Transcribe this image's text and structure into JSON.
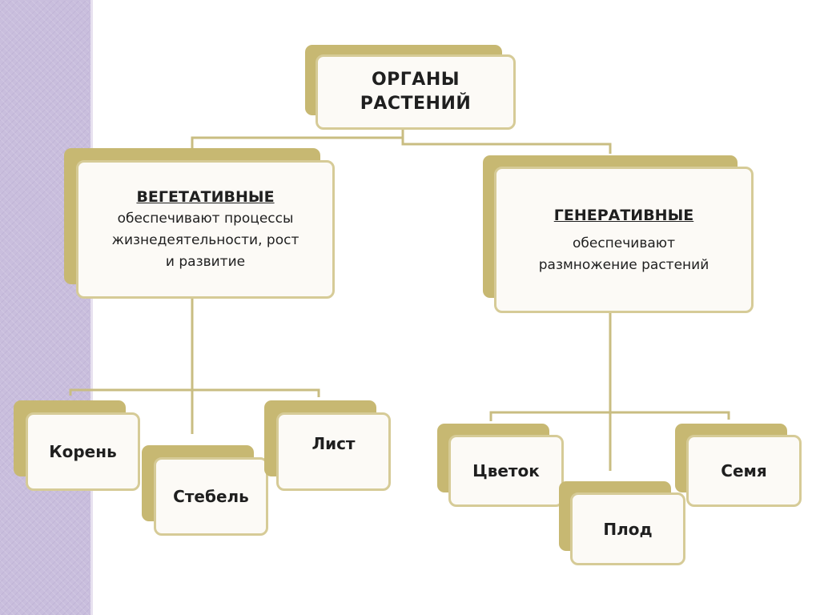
{
  "root": {
    "line1": "ОРГАНЫ",
    "line2": "РАСТЕНИЙ"
  },
  "vegetative": {
    "title": "ВЕГЕТАТИВНЫЕ",
    "desc1": "обеспечивают процессы",
    "desc2": "жизнедеятельности, рост",
    "desc3": "и развитие",
    "children": [
      "Корень",
      "Стебель",
      "Лист"
    ]
  },
  "generative": {
    "title": "ГЕНЕРАТИВНЫЕ",
    "desc1": "обеспечивают",
    "desc2": "размножение растений",
    "children": [
      "Цветок",
      "Плод",
      "Семя"
    ]
  },
  "colors": {
    "accent": "#c7b872",
    "border": "#d6cb97",
    "connector": "#c9bd82",
    "stripe": "#c9bedd"
  }
}
